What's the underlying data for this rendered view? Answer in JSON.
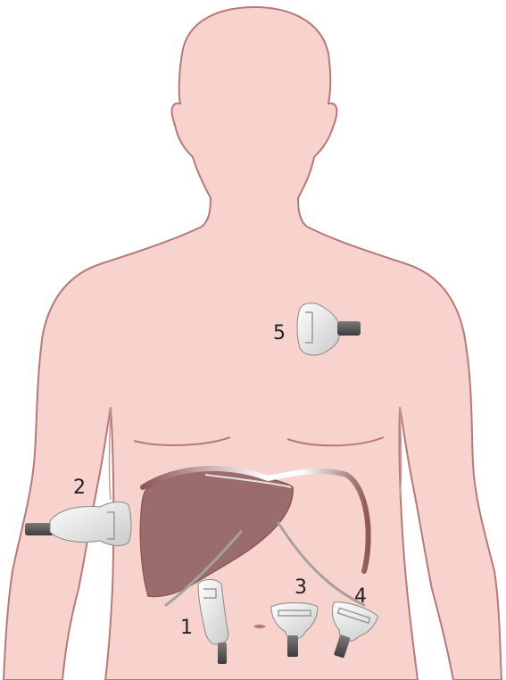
{
  "colors": {
    "skin": "#f8d3cd",
    "skin_outline": "#b9787a",
    "liver": "#9a6c6c",
    "liver_edge": "#8e5656",
    "probe_body": "#eeeeee",
    "probe_cable": "#555555"
  },
  "probes": [
    {
      "id": "1",
      "label": "1",
      "icon": "linear-probe-icon"
    },
    {
      "id": "2",
      "label": "2",
      "icon": "curved-probe-icon"
    },
    {
      "id": "3",
      "label": "3",
      "icon": "curved-probe-icon"
    },
    {
      "id": "4",
      "label": "4",
      "icon": "curved-probe-icon"
    },
    {
      "id": "5",
      "label": "5",
      "icon": "sector-probe-icon"
    }
  ]
}
